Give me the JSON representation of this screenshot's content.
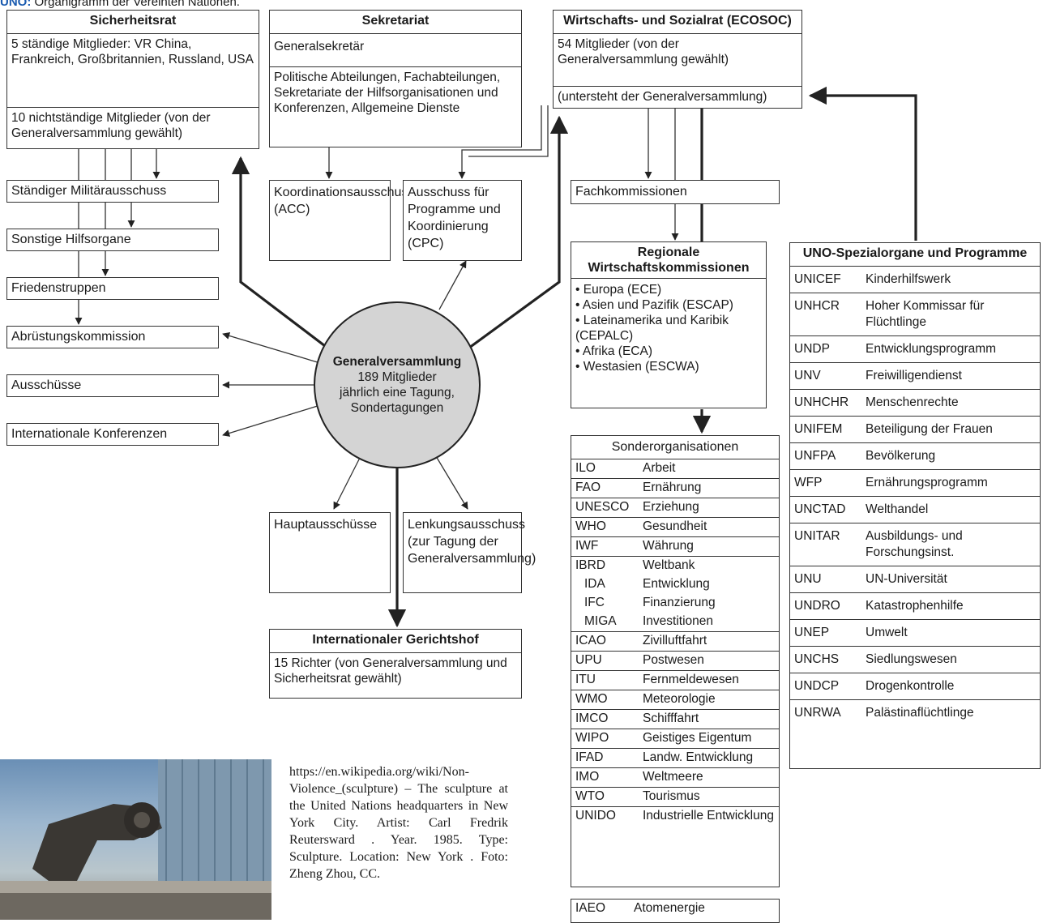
{
  "caption": {
    "prefix": "UNO:",
    "text": "Organigramm der Vereinten Nationen."
  },
  "sicherheitsrat": {
    "title": "Sicherheitsrat",
    "permanent": "5 ständige Mitglieder: VR China, Frankreich, Großbritannien, Russland, USA",
    "nonpermanent": "10 nichtständige Mitglieder (von der Generalversammlung gewählt)"
  },
  "left_boxes": {
    "militaer": "Ständiger Militärausschuss",
    "hilfsorgane": "Sonstige Hilfsorgane",
    "friedenstruppen": "Friedenstruppen",
    "abruestung": "Abrüstungskommission",
    "ausschuesse": "Ausschüsse",
    "konferenzen": "Internationale Konferenzen"
  },
  "sekretariat": {
    "title": "Sekretariat",
    "generalsekretaer": "Generalsekretär",
    "abteilungen": "Politische Abteilungen, Fachabteilungen, Sekretariate der Hilfsorganisationen und Konferenzen, Allgemeine Dienste"
  },
  "koordinationsausschuss": "Koordinationsausschuss (ACC)",
  "cpc": "Ausschuss für Programme und Koordinierung (CPC)",
  "ecosoc": {
    "title": "Wirtschafts- und Sozialrat (ECOSOC)",
    "members": "54 Mitglieder (von der Generalversammlung gewählt)",
    "note": "(untersteht der Generalversammlung)"
  },
  "fachkommissionen": "Fachkommissionen",
  "regionale": {
    "title_line1": "Regionale",
    "title_line2": "Wirtschaftskommissionen",
    "items": [
      "• Europa (ECE)",
      "• Asien und Pazifik (ESCAP)",
      "• Lateinamerika und Karibik (CEPALC)",
      "• Afrika (ECA)",
      "• Westasien (ESCWA)"
    ]
  },
  "generalversammlung": {
    "title": "Generalversammlung",
    "line1": "189 Mitglieder",
    "line2": "jährlich eine Tagung,",
    "line3": "Sondertagungen"
  },
  "hauptausschuesse": "Hauptausschüsse",
  "lenkungsausschuss": "Lenkungsausschuss (zur Tagung der Generalversammlung)",
  "gerichtshof": {
    "title": "Internationaler Gerichtshof",
    "text": "15 Richter (von Generalversammlung und Sicherheitsrat gewählt)"
  },
  "sonderorganisationen": {
    "title": "Sonderorganisationen",
    "rows": [
      {
        "code": "ILO",
        "name": "Arbeit"
      },
      {
        "code": "FAO",
        "name": "Ernährung"
      },
      {
        "code": "UNESCO",
        "name": "Erziehung"
      },
      {
        "code": "WHO",
        "name": "Gesundheit"
      },
      {
        "code": "IWF",
        "name": "Währung"
      },
      {
        "code": "IBRD",
        "name": "Weltbank"
      },
      {
        "code": "IDA",
        "name": "Entwicklung"
      },
      {
        "code": "IFC",
        "name": "Finanzierung"
      },
      {
        "code": "MIGA",
        "name": "Investitionen"
      },
      {
        "code": "ICAO",
        "name": "Zivilluftfahrt"
      },
      {
        "code": "UPU",
        "name": "Postwesen"
      },
      {
        "code": "ITU",
        "name": "Fernmeldewesen"
      },
      {
        "code": "WMO",
        "name": "Meteorologie"
      },
      {
        "code": "IMCO",
        "name": "Schifffahrt"
      },
      {
        "code": "WIPO",
        "name": "Geistiges Eigentum"
      },
      {
        "code": "IFAD",
        "name": "Landw. Entwicklung"
      },
      {
        "code": "IMO",
        "name": "Weltmeere"
      },
      {
        "code": "WTO",
        "name": "Tourismus"
      },
      {
        "code": "UNIDO",
        "name": "Industrielle Entwicklung"
      }
    ],
    "iaeo": {
      "code": "IAEO",
      "name": "Atomenergie"
    }
  },
  "spezialorgane": {
    "title": "UNO-Spezialorgane und Programme",
    "rows": [
      {
        "code": "UNICEF",
        "name": "Kinderhilfswerk"
      },
      {
        "code": "UNHCR",
        "name": "Hoher Kommissar für Flüchtlinge"
      },
      {
        "code": "UNDP",
        "name": "Entwicklungsprogramm"
      },
      {
        "code": "UNV",
        "name": "Freiwilligendienst"
      },
      {
        "code": "UNHCHR",
        "name": "Menschenrechte"
      },
      {
        "code": "UNIFEM",
        "name": "Beteiligung der Frauen"
      },
      {
        "code": "UNFPA",
        "name": "Bevölkerung"
      },
      {
        "code": "WFP",
        "name": "Ernährungsprogramm"
      },
      {
        "code": "UNCTAD",
        "name": "Welthandel"
      },
      {
        "code": "UNITAR",
        "name": "Ausbildungs- und Forschungsinst."
      },
      {
        "code": "UNU",
        "name": "UN-Universität"
      },
      {
        "code": "UNDRO",
        "name": "Katastrophenhilfe"
      },
      {
        "code": "UNEP",
        "name": "Umwelt"
      },
      {
        "code": "UNCHS",
        "name": "Siedlungswesen"
      },
      {
        "code": "UNDCP",
        "name": "Drogenkontrolle"
      },
      {
        "code": "UNRWA",
        "name": "Palästinaflüchtlinge"
      }
    ]
  },
  "photo_credit": "https://en.wikipedia.org/wiki/Non-Violence_(sculpture) – The sculpture at the United Nations headquarters in New York City. Artist: Carl Fredrik Reutersward . Year. 1985. Type: Sculpture. Location: New York . Foto: Zheng Zhou, CC."
}
